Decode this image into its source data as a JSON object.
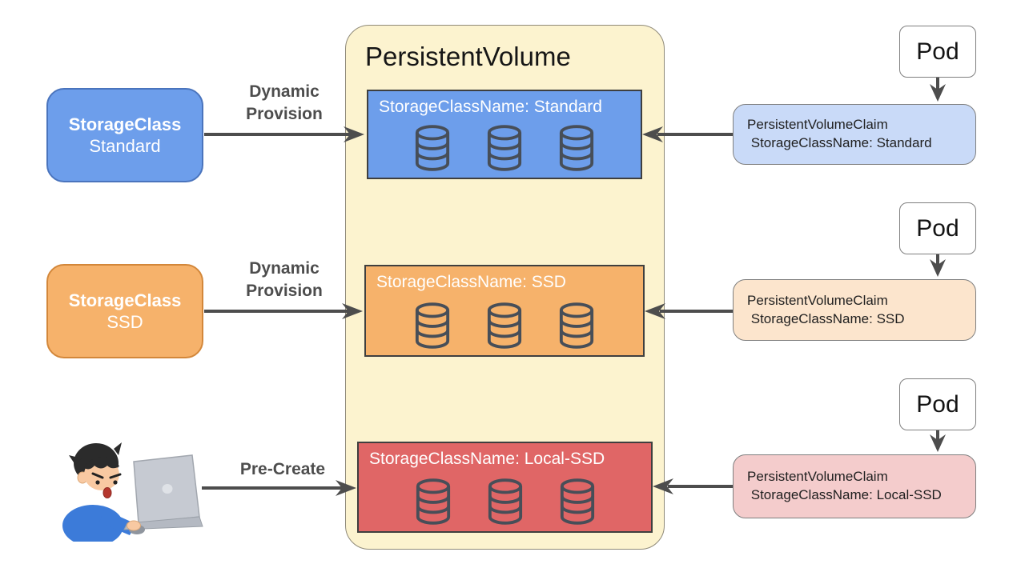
{
  "pv": {
    "title": "PersistentVolume",
    "container_fill": "#FCF3CF",
    "boxes": [
      {
        "label": "StorageClassName: Standard",
        "fill": "#6D9EEB"
      },
      {
        "label": "StorageClassName: SSD",
        "fill": "#F6B26B"
      },
      {
        "label": "StorageClassName: Local-SSD",
        "fill": "#E06666"
      }
    ]
  },
  "storage_classes": [
    {
      "name": "StorageClass",
      "variant": "Standard",
      "fill": "#6D9EEB"
    },
    {
      "name": "StorageClass",
      "variant": "SSD",
      "fill": "#F6B26B"
    }
  ],
  "flows": [
    {
      "label": "Dynamic\nProvision"
    },
    {
      "label": "Dynamic\nProvision"
    },
    {
      "label": "Pre-Create"
    }
  ],
  "pods": [
    {
      "label": "Pod"
    },
    {
      "label": "Pod"
    },
    {
      "label": "Pod"
    }
  ],
  "pvcs": [
    {
      "line1": "PersistentVolumeClaim",
      "line2": " StorageClassName: Standard",
      "fill": "#C9DAF8"
    },
    {
      "line1": "PersistentVolumeClaim",
      "line2": " StorageClassName: SSD",
      "fill": "#FCE5CD"
    },
    {
      "line1": "PersistentVolumeClaim",
      "line2": " StorageClassName: Local-SSD",
      "fill": "#F4CCCC"
    }
  ],
  "icons": {
    "database": "database-cylinder-icon",
    "person": "person-typing-on-laptop-illustration"
  },
  "colors": {
    "arrow": "#4d4d4d",
    "cylinder_stroke": "#474E58"
  }
}
